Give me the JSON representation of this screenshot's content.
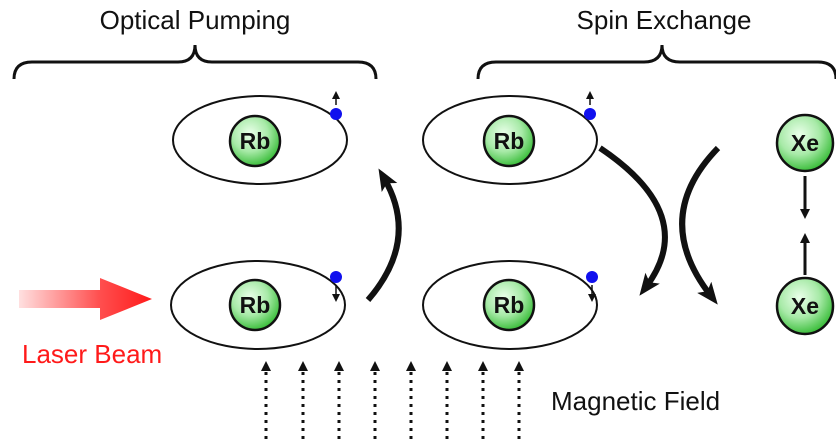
{
  "titles": {
    "optical_pumping": "Optical Pumping",
    "spin_exchange": "Spin Exchange"
  },
  "labels": {
    "laser_beam": "Laser Beam",
    "magnetic_field": "Magnetic Field"
  },
  "atoms": {
    "rubidium": "Rb",
    "xenon": "Xe"
  },
  "colors": {
    "laser": "#ff1a1a",
    "electron": "#1010ee",
    "atom_fill_center": "#eaffea",
    "atom_fill_edge": "#3fbf3f",
    "line": "#111111"
  },
  "icons": {
    "electron": "blue-dot",
    "spin": "small-arrow",
    "transition": "curved-arrow",
    "field": "dotted-arrow",
    "brace": "curly-brace"
  }
}
